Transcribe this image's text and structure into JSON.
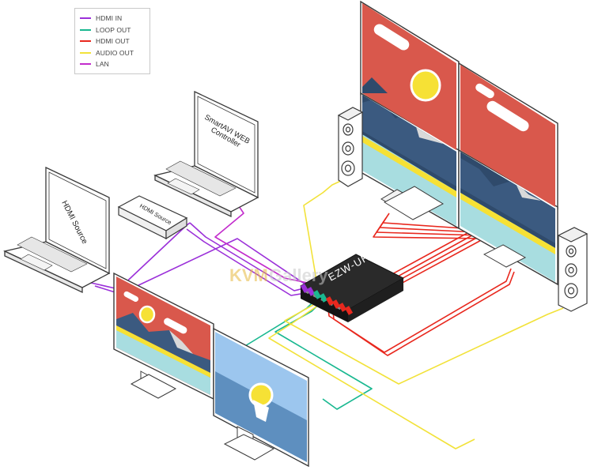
{
  "legend": {
    "items": [
      {
        "label": "HDMI IN",
        "color": "#9b30d9"
      },
      {
        "label": "LOOP OUT",
        "color": "#19b890"
      },
      {
        "label": "HDMI OUT",
        "color": "#e8281e"
      },
      {
        "label": "AUDIO OUT",
        "color": "#f2e23a"
      },
      {
        "label": "LAN",
        "color": "#c22ccc"
      }
    ]
  },
  "labels": {
    "laptop_source": "HDMI Source",
    "laptop_controller_line1": "SmartAVI  WEB",
    "laptop_controller_line2": "Controller",
    "hdmi_source_box": "HDMI Source",
    "device": "EZW-UH4",
    "watermark_a": "KVM",
    "watermark_b": "Gallery"
  },
  "colors": {
    "screen_red": "#d9584c",
    "screen_navy": "#2f4a6b",
    "screen_teal": "#a8dde0",
    "screen_sky": "#9cc6ee",
    "sun_yellow": "#f6e135",
    "device_black": "#1c1c1c"
  }
}
